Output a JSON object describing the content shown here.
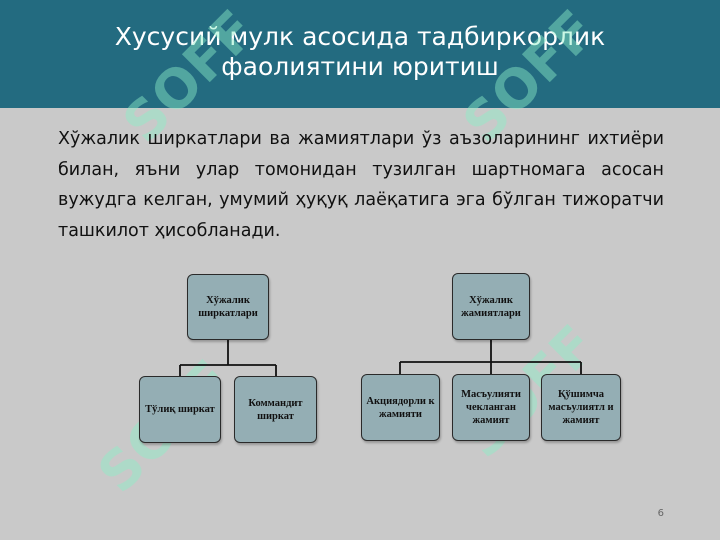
{
  "slide": {
    "title": "Хусусий мулк асосида тадбиркорлик фаолиятини юритиш",
    "body": "Хўжалик ширкатлари ва жамиятлари ўз аъзоларининг ихтиёри билан, яъни улар томонидан тузилган шартномага асосан вужудга келган, умумий ҳуқуқ лаёқатига эга бўлган тижоратчи ташкилот ҳисобланади.",
    "page_number": "6",
    "watermark_text": "SOFF"
  },
  "diagram": {
    "left": {
      "root": "Хўжалик ширкатлари",
      "children": [
        "Тўлиқ ширкат",
        "Коммандит ширкат"
      ]
    },
    "right": {
      "root": "Хўжалик жамиятлари",
      "children": [
        "Акциядорли к жамияти",
        "Масъулияти чекланган жамият",
        "Қўшимча масъулиятл и жамият"
      ]
    }
  },
  "colors": {
    "header": "#236b80",
    "background": "#c9c9c9",
    "node_fill": "#94aeb4",
    "watermark": "#8cf0c8"
  }
}
